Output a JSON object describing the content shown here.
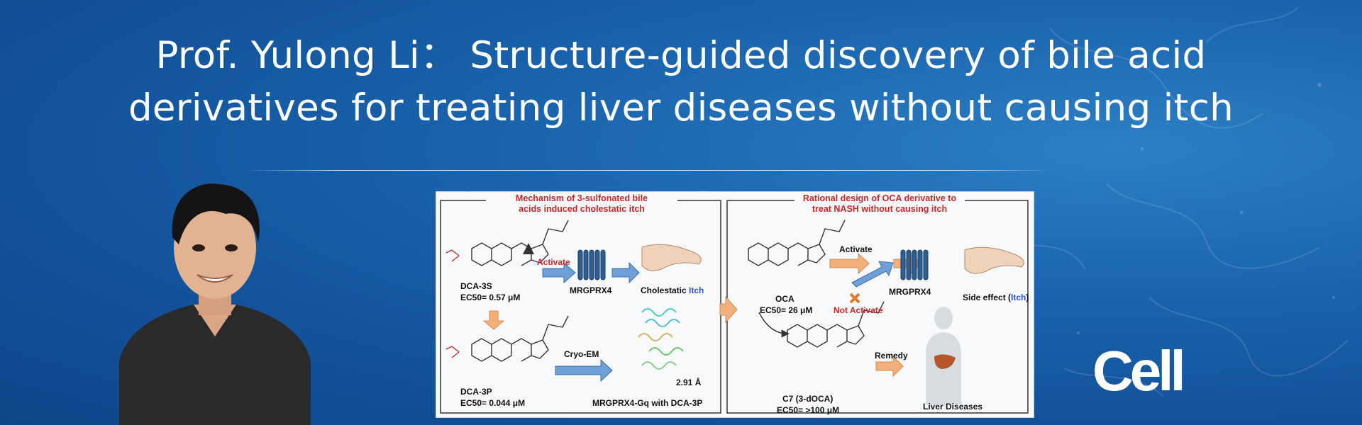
{
  "headline": {
    "line1": "Prof. Yulong Li： Structure-guided discovery of bile acid",
    "line2": "derivatives for treating liver diseases without causing itch"
  },
  "logo": {
    "text": "Cell"
  },
  "abstract": {
    "left_panel": {
      "heading_line1": "Mechanism of 3-sulfonated bile",
      "heading_line2": "acids induced cholestatic itch",
      "compound1_name": "DCA-3S",
      "compound1_ec50": "EC50= 0.57 μM",
      "activate_label": "Activate",
      "receptor_label": "MRGPRX4",
      "outcome_prefix": "Cholestatic ",
      "outcome_itch": "Itch",
      "compound2_name": "DCA-3P",
      "compound2_ec50": "EC50= 0.044 μM",
      "method_label": "Cryo-EM",
      "resolution": "2.91 Å",
      "structure_label": "MRGPRX4-Gq with DCA-3P"
    },
    "right_panel": {
      "heading_line1": "Rational design of OCA derivative to",
      "heading_line2": "treat NASH without causing itch",
      "compound1_name": "OCA",
      "compound1_ec50": "EC50= 26 μM",
      "activate_label": "Activate",
      "not_activate_label": "Not Activate",
      "receptor_label": "MRGPRX4",
      "side_effect_prefix": "Side effect (",
      "side_effect_itch": "Itch",
      "side_effect_suffix": ")",
      "compound2_name": "C7 (3-dOCA)",
      "compound2_ec50": "EC50= >100 μM",
      "remedy_label": "Remedy",
      "disease_label": "Liver Diseases"
    }
  },
  "colors": {
    "background": "#1a64ad",
    "heading_red": "#c62828",
    "itch_blue": "#2a55c8",
    "arrow_blue": "#6f9fd8",
    "arrow_orange": "#f3b07a"
  }
}
